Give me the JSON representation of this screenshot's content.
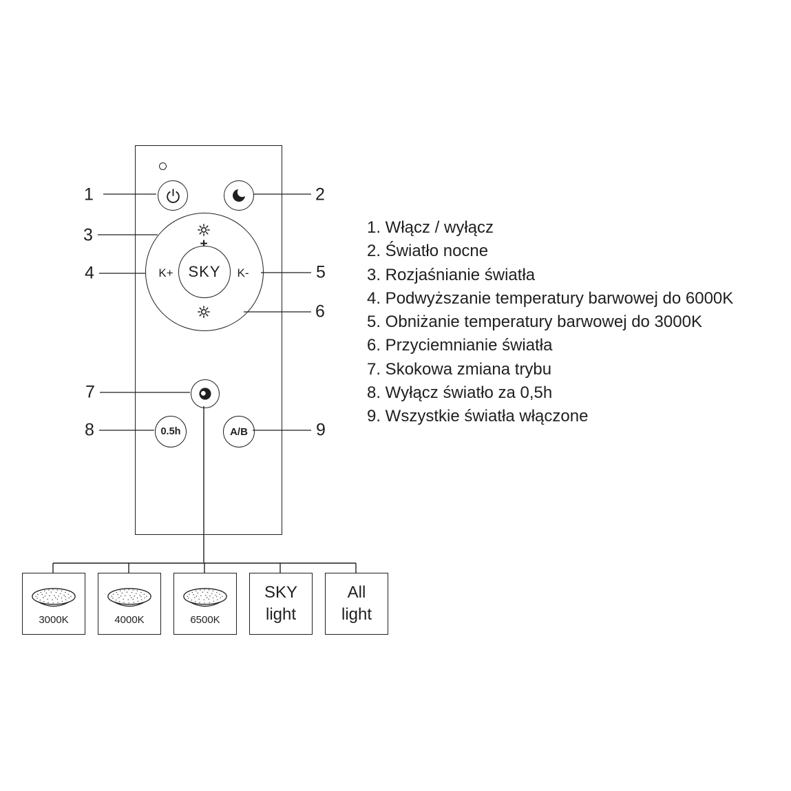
{
  "remote": {
    "callouts": [
      "1",
      "2",
      "3",
      "4",
      "5",
      "6",
      "7",
      "8",
      "9"
    ],
    "center_label": "SKY",
    "k_plus": "K+",
    "k_minus": "K-",
    "brightness_plus": "+",
    "timer_label": "0.5h",
    "ab_label": "A/B"
  },
  "legend": {
    "items": [
      "1. Włącz / wyłącz",
      "2. Światło nocne",
      "3. Rozjaśnianie światła",
      "4. Podwyższanie temperatury barwowej do 6000K",
      "5. Obniżanie temperatury barwowej do 3000K",
      "6. Przyciemnianie światła",
      "7. Skokowa zmiana trybu",
      "8. Wyłącz światło za 0,5h",
      "9. Wszystkie światła włączone"
    ]
  },
  "modes": {
    "lamps": [
      {
        "label": "3000K"
      },
      {
        "label": "4000K"
      },
      {
        "label": "6500K"
      }
    ],
    "sky": {
      "line1": "SKY",
      "line2": "light"
    },
    "all": {
      "line1": "All",
      "line2": "light"
    }
  },
  "icons": {
    "power": "⏻",
    "night_mode": "☾",
    "brightness_up": "☀+",
    "brightness_down": "☀",
    "mode_cycle": "◐",
    "indicator_led": "○",
    "ceiling_lamp": "ceiling-lamp"
  },
  "colors": {
    "line": "#1f1f1f",
    "background": "#ffffff"
  }
}
